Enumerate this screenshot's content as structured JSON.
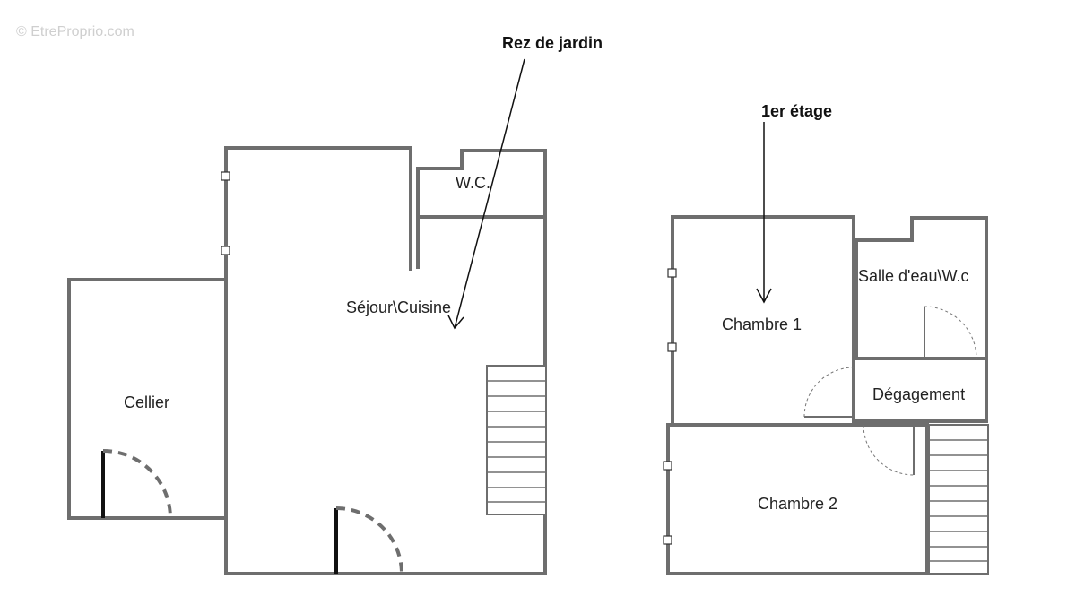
{
  "watermark": "© EtreProprio.com",
  "floors": {
    "ground": {
      "title": "Rez de jardin"
    },
    "first": {
      "title": "1er étage"
    }
  },
  "rooms": {
    "wc": "W.C.",
    "sejour": "Séjour\\Cuisine",
    "cellier": "Cellier",
    "chambre1": "Chambre 1",
    "salle_eau": "Salle d'eau\\W.c",
    "degagement": "Dégagement",
    "chambre2": "Chambre 2"
  }
}
